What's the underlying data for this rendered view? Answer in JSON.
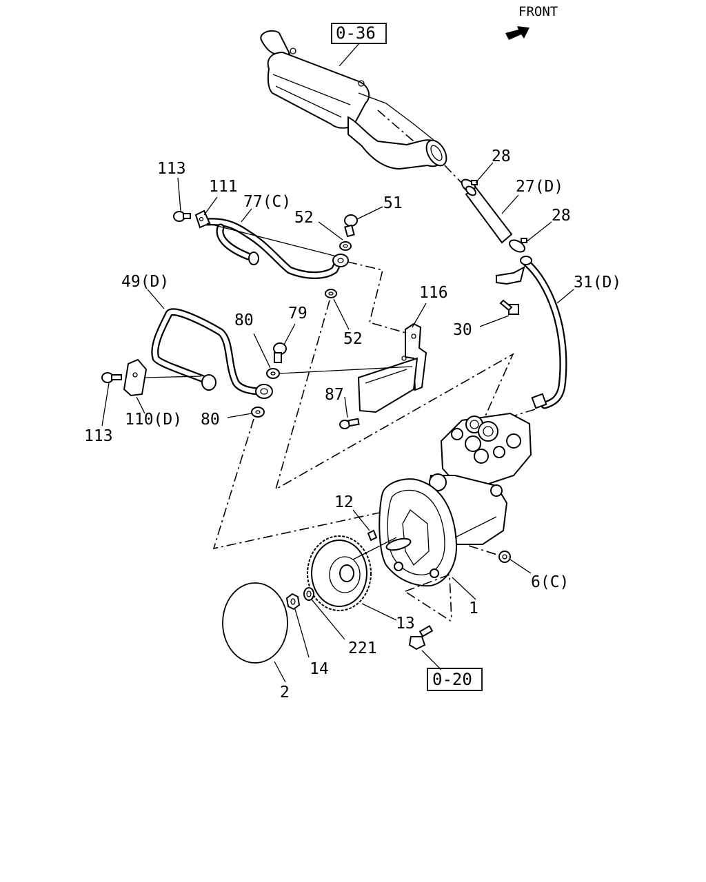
{
  "header": {
    "front_label": "FRONT"
  },
  "references": [
    {
      "key": "ref_036",
      "text": "0-36"
    },
    {
      "key": "ref_020",
      "text": "0-20"
    }
  ],
  "callouts": {
    "c_28a": "28",
    "c_27d": "27(D)",
    "c_28b": "28",
    "c_31d": "31(D)",
    "c_30": "30",
    "c_113a": "113",
    "c_111": "111",
    "c_77c": "77(C)",
    "c_52a": "52",
    "c_51": "51",
    "c_49d": "49(D)",
    "c_116": "116",
    "c_80a": "80",
    "c_79": "79",
    "c_52b": "52",
    "c_87": "87",
    "c_113b": "113",
    "c_110d": "110(D)",
    "c_80b": "80",
    "c_12": "12",
    "c_6c": "6(C)",
    "c_1": "1",
    "c_13": "13",
    "c_221": "221",
    "c_14": "14",
    "c_2": "2"
  },
  "colors": {
    "ink": "#000000",
    "paper": "#ffffff"
  },
  "icons": {
    "front_arrow": "arrow-up-right-icon"
  }
}
